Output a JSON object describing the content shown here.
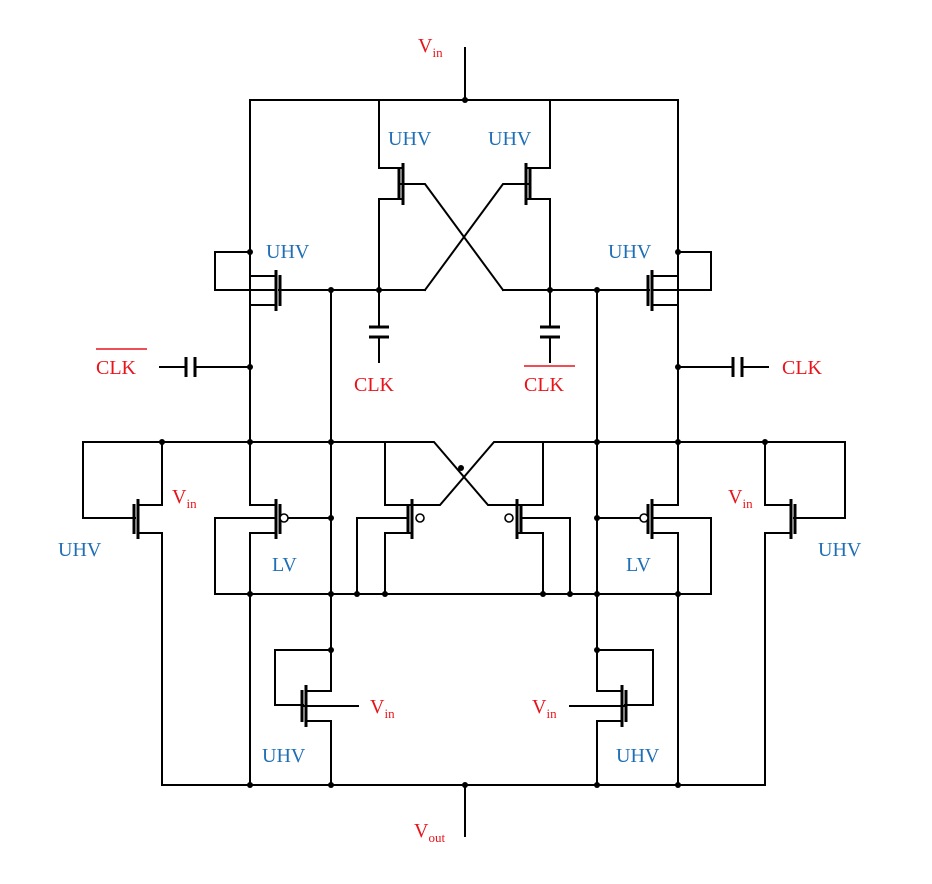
{
  "labels": {
    "v": "V",
    "in_sub": "in",
    "out_sub": "out",
    "clk": "CLK",
    "uhv": "UHV",
    "lv": "LV"
  },
  "colors": {
    "device_label": "#1F6FB5",
    "signal_label": "#E8141C",
    "wire": "#000000"
  }
}
